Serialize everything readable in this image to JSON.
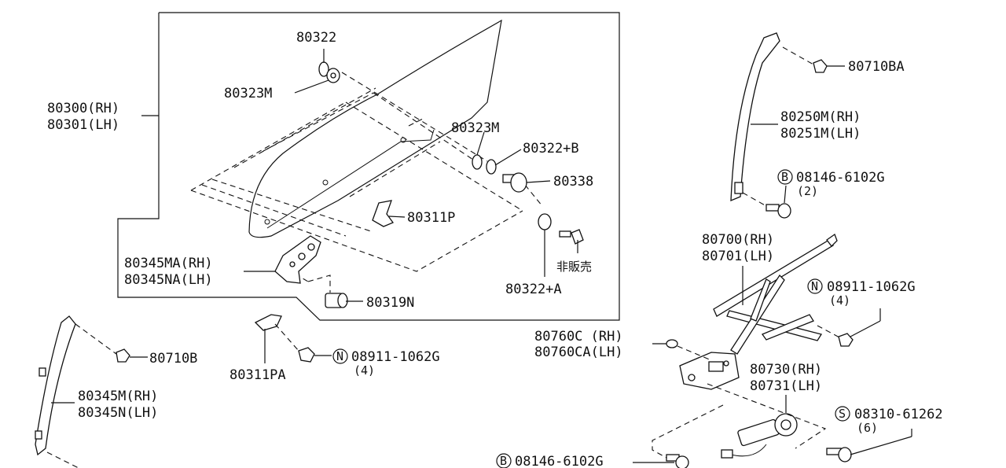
{
  "labels": {
    "p80322": "80322",
    "p80323m_top": "80323M",
    "p80300_rh": "80300(RH)",
    "p80301_lh": "80301(LH)",
    "p80323m_right": "80323M",
    "p80322b": "80322+B",
    "p80338": "80338",
    "p80311p": "80311P",
    "p80345ma_rh": "80345MA(RH)",
    "p80345na_lh": "80345NA(LH)",
    "hihanbai": "非販売",
    "p80322a": "80322+A",
    "p80319n": "80319N",
    "p80710ba": "80710BA",
    "p80250m_rh": "80250M(RH)",
    "p80251m_lh": "80251M(LH)",
    "bolt_b1_num": "08146-6102G",
    "bolt_b1_qty": "(2)",
    "p80700_rh": "80700(RH)",
    "p80701_lh": "80701(LH)",
    "nut_n1_num": "08911-1062G",
    "nut_n1_qty": "(4)",
    "p80710b": "80710B",
    "p80345m_rh": "80345M(RH)",
    "p80345n_lh": "80345N(LH)",
    "p80311pa": "80311PA",
    "nut_n2_num": "08911-1062G",
    "nut_n2_qty": "(4)",
    "p80760c_rh": "80760C (RH)",
    "p80760ca_lh": "80760CA(LH)",
    "p80730_rh": "80730(RH)",
    "p80731_lh": "80731(LH)",
    "screw_s_num": "08310-61262",
    "screw_s_qty": "(6)",
    "bolt_b2_num": "08146-6102G"
  },
  "markers": {
    "bolt": "B",
    "nut": "N",
    "screw": "S"
  }
}
